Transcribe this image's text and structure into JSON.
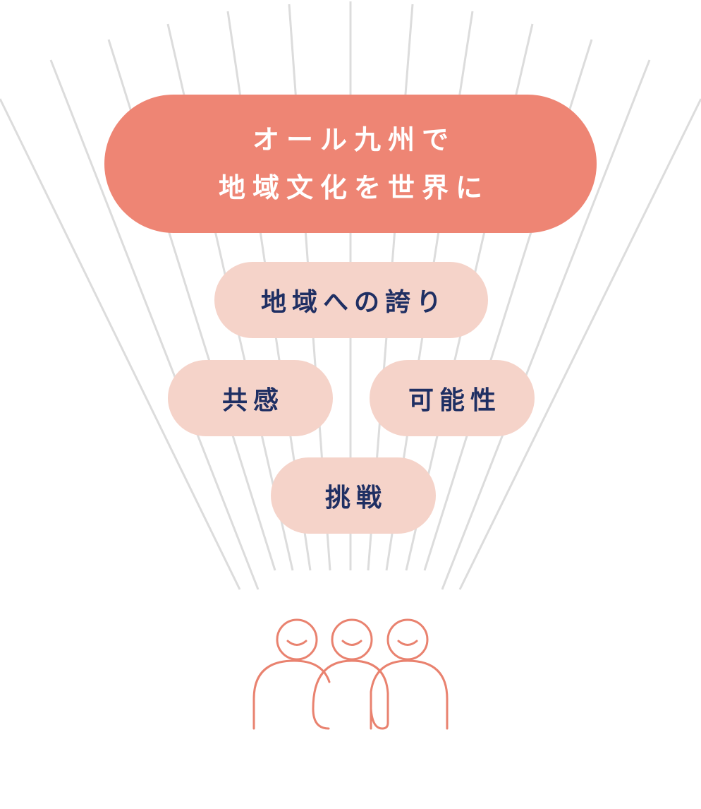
{
  "colors": {
    "main_pill": "#ee8574",
    "sub_pill": "#f5d3c9",
    "sub_text": "#1f2f63",
    "ray": "#dcdcdc",
    "people_stroke": "#e9826f"
  },
  "main": {
    "line1": "オール九州で",
    "line2": "地域文化を世界に"
  },
  "values": {
    "pride": "地域への誇り",
    "empathy": "共感",
    "possibility": "可能性",
    "challenge": "挑戦"
  },
  "people": {
    "icon": "people-group-icon",
    "count": 3
  }
}
